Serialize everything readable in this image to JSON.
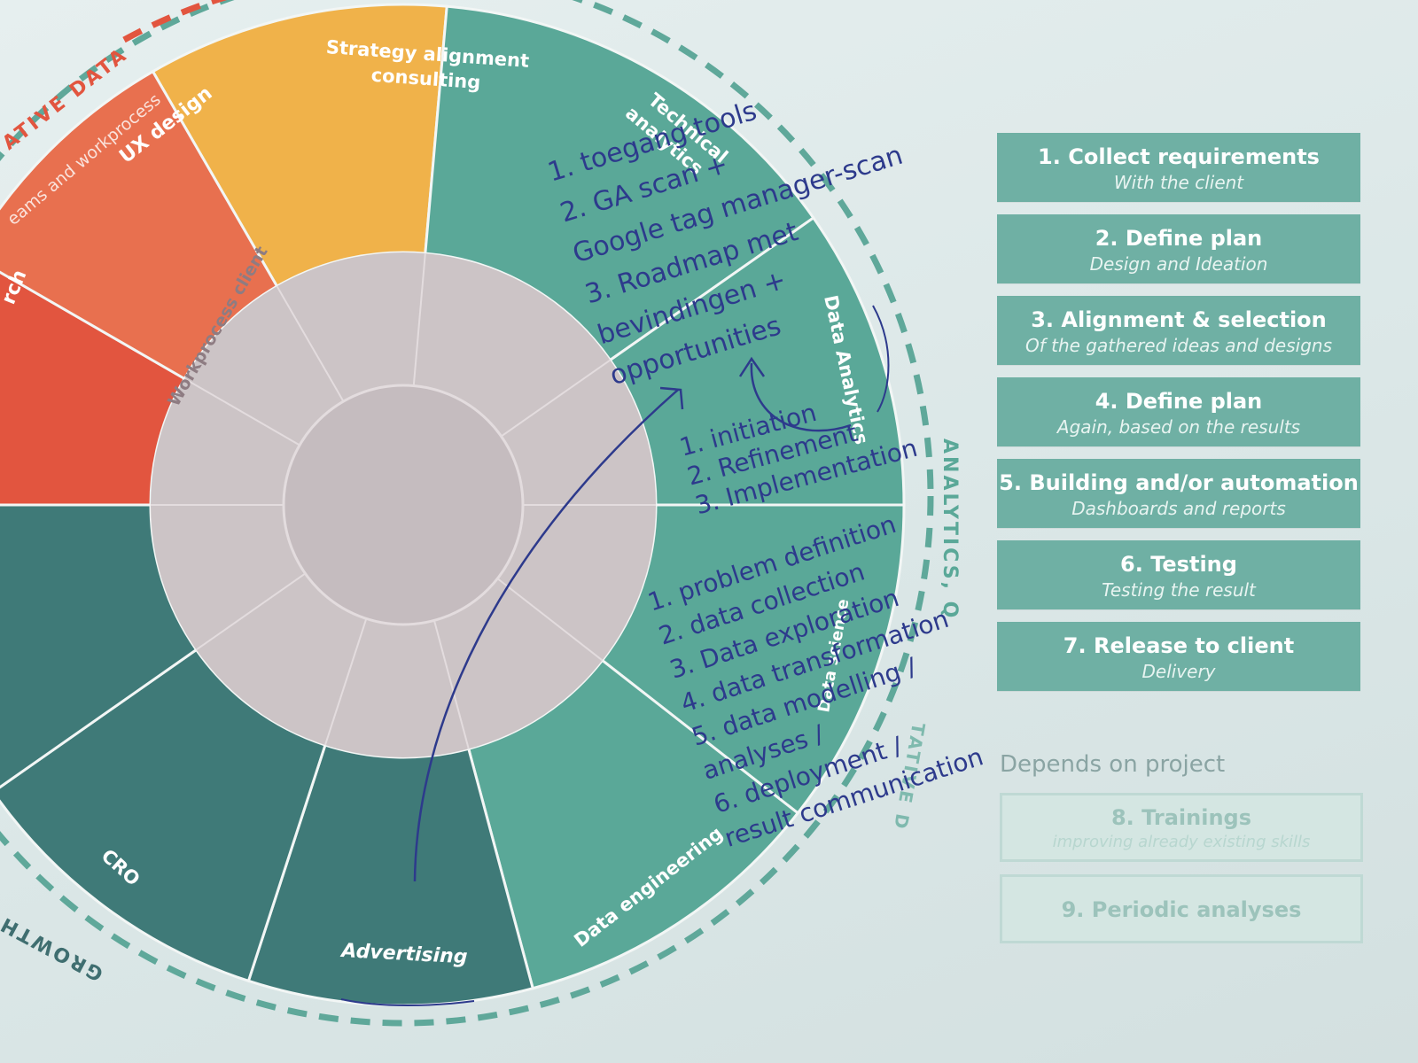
{
  "wheel": {
    "segments": {
      "strategy": "Strategy alignment\nconsulting",
      "technical": "Technical\nanalytics",
      "data_analytics": "Data Analytics",
      "data_science": "Data science",
      "data_engineering": "Data engineering",
      "advertising": "Advertising",
      "cro": "CRO",
      "ux": "UX design",
      "research": "rch"
    },
    "inner_labels": {
      "workprocess": "Workprocess client",
      "teams": "eams and workprocess"
    },
    "ring_labels": {
      "qualitative": "ATIVE DATA",
      "growth": "GROWTH",
      "analytics": "ANALYTICS, Q",
      "quantitative": "TATIVE D"
    }
  },
  "annotations": {
    "technical": [
      "1. toegang tools",
      "2. GA scan +",
      "Google tag manager-scan",
      "3. Roadmap met",
      "bevindingen +",
      "opportunities"
    ],
    "analytics": [
      "1. initiation",
      "2. Refinement",
      "3. Implementation"
    ],
    "science": [
      "1. problem definition",
      "2. data collection",
      "3. Data exploration",
      "4. data transformation",
      "5. data modelling /",
      "analyses /",
      "6. deployment /",
      "result communication"
    ]
  },
  "steps": [
    {
      "title": "1. Collect requirements",
      "subtitle": "With the client"
    },
    {
      "title": "2. Define plan",
      "subtitle": "Design and Ideation"
    },
    {
      "title": "3. Alignment & selection",
      "subtitle": "Of the gathered ideas and designs"
    },
    {
      "title": "4. Define plan",
      "subtitle": "Again, based on the results"
    },
    {
      "title": "5. Building and/or automation",
      "subtitle": "Dashboards and reports"
    },
    {
      "title": "6. Testing",
      "subtitle": "Testing the result"
    },
    {
      "title": "7. Release to client",
      "subtitle": "Delivery"
    }
  ],
  "depends_label": "Depends on project",
  "extra_steps": [
    {
      "title": "8. Trainings",
      "subtitle": "improving already existing skills"
    },
    {
      "title": "9. Periodic analyses",
      "subtitle": ""
    }
  ],
  "colors": {
    "red": "#e2553f",
    "orange": "#e8704f",
    "yellow": "#f0b24a",
    "teal": "#5aa898",
    "dark_teal": "#3f7a78",
    "step_teal": "#6fb0a4",
    "ink": "#2d3a8c"
  }
}
